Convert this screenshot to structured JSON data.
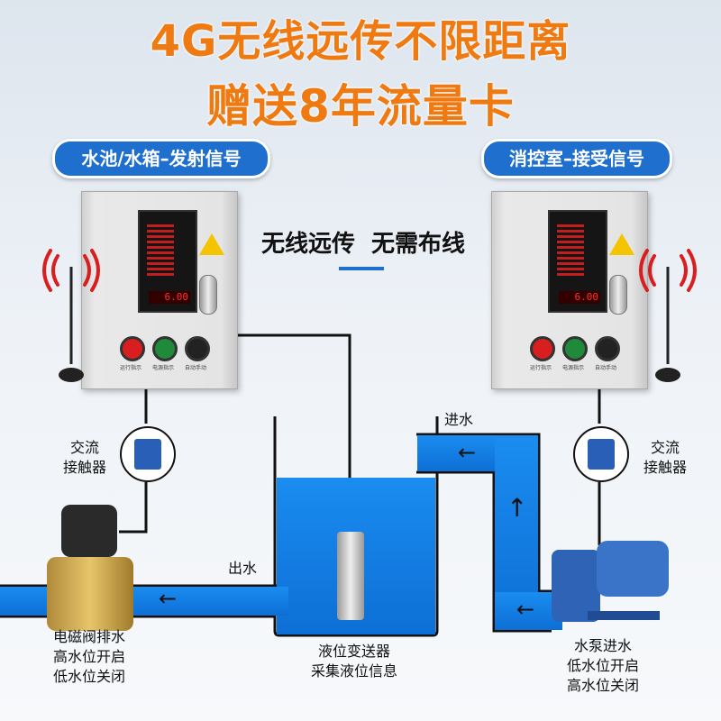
{
  "headline": {
    "line1": "4G无线远传不限距离",
    "line2": "赠送8年流量卡"
  },
  "left_panel": {
    "title": "水池/水箱–发射信号",
    "display_value": "6.00",
    "lamp_labels": [
      "运行指示",
      "电源指示",
      "自动手动"
    ]
  },
  "right_panel": {
    "title": "消控室–接受信号",
    "display_value": "6.00",
    "lamp_labels": [
      "运行指示",
      "电源指示",
      "自动手动"
    ]
  },
  "center_slogan": "无线远传  无需布线",
  "labels": {
    "contactor_left": [
      "交流",
      "接触器"
    ],
    "contactor_right": [
      "交流",
      "接触器"
    ],
    "outlet": "出水",
    "inlet": "进水",
    "valve": [
      "电磁阀排水",
      "高水位开启",
      "低水位关闭"
    ],
    "sensor": [
      "液位变送器",
      "采集液位信息"
    ],
    "pump": [
      "水泵进水",
      "低水位开启",
      "高水位关闭"
    ]
  },
  "colors": {
    "headline": "#f07a12",
    "pill": "#1f6fcf",
    "water": "#1a8cf0",
    "lamp_red": "#d81e1e",
    "lamp_green": "#1f8a3a"
  },
  "icons": [
    "signal-waves-icon",
    "antenna-icon",
    "warning-icon",
    "arrow-left-icon",
    "arrow-up-icon"
  ]
}
